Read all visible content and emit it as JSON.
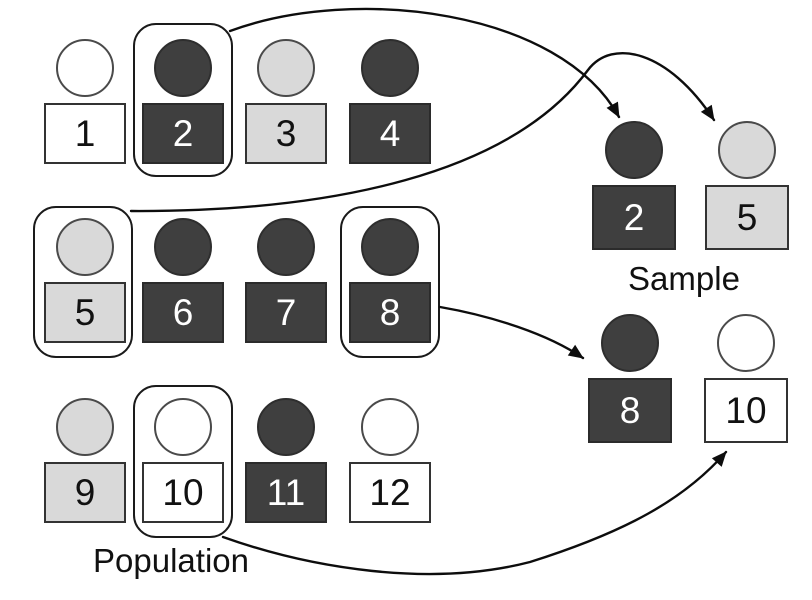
{
  "population": {
    "label": "Population",
    "selected_ids": [
      2,
      5,
      8,
      10
    ],
    "members": [
      {
        "id": "1",
        "shade": "white"
      },
      {
        "id": "2",
        "shade": "dark"
      },
      {
        "id": "3",
        "shade": "light"
      },
      {
        "id": "4",
        "shade": "dark"
      },
      {
        "id": "5",
        "shade": "light"
      },
      {
        "id": "6",
        "shade": "dark"
      },
      {
        "id": "7",
        "shade": "dark"
      },
      {
        "id": "8",
        "shade": "dark"
      },
      {
        "id": "9",
        "shade": "light"
      },
      {
        "id": "10",
        "shade": "white"
      },
      {
        "id": "11",
        "shade": "dark"
      },
      {
        "id": "12",
        "shade": "white"
      }
    ]
  },
  "sample": {
    "label": "Sample",
    "members": [
      {
        "id": "2",
        "shade": "dark"
      },
      {
        "id": "5",
        "shade": "light"
      },
      {
        "id": "8",
        "shade": "dark"
      },
      {
        "id": "10",
        "shade": "white"
      }
    ]
  },
  "colors": {
    "dark": "#3f3f3f",
    "light": "#d9d9d9",
    "white": "#ffffff",
    "arrow": "#0d0d0d"
  }
}
